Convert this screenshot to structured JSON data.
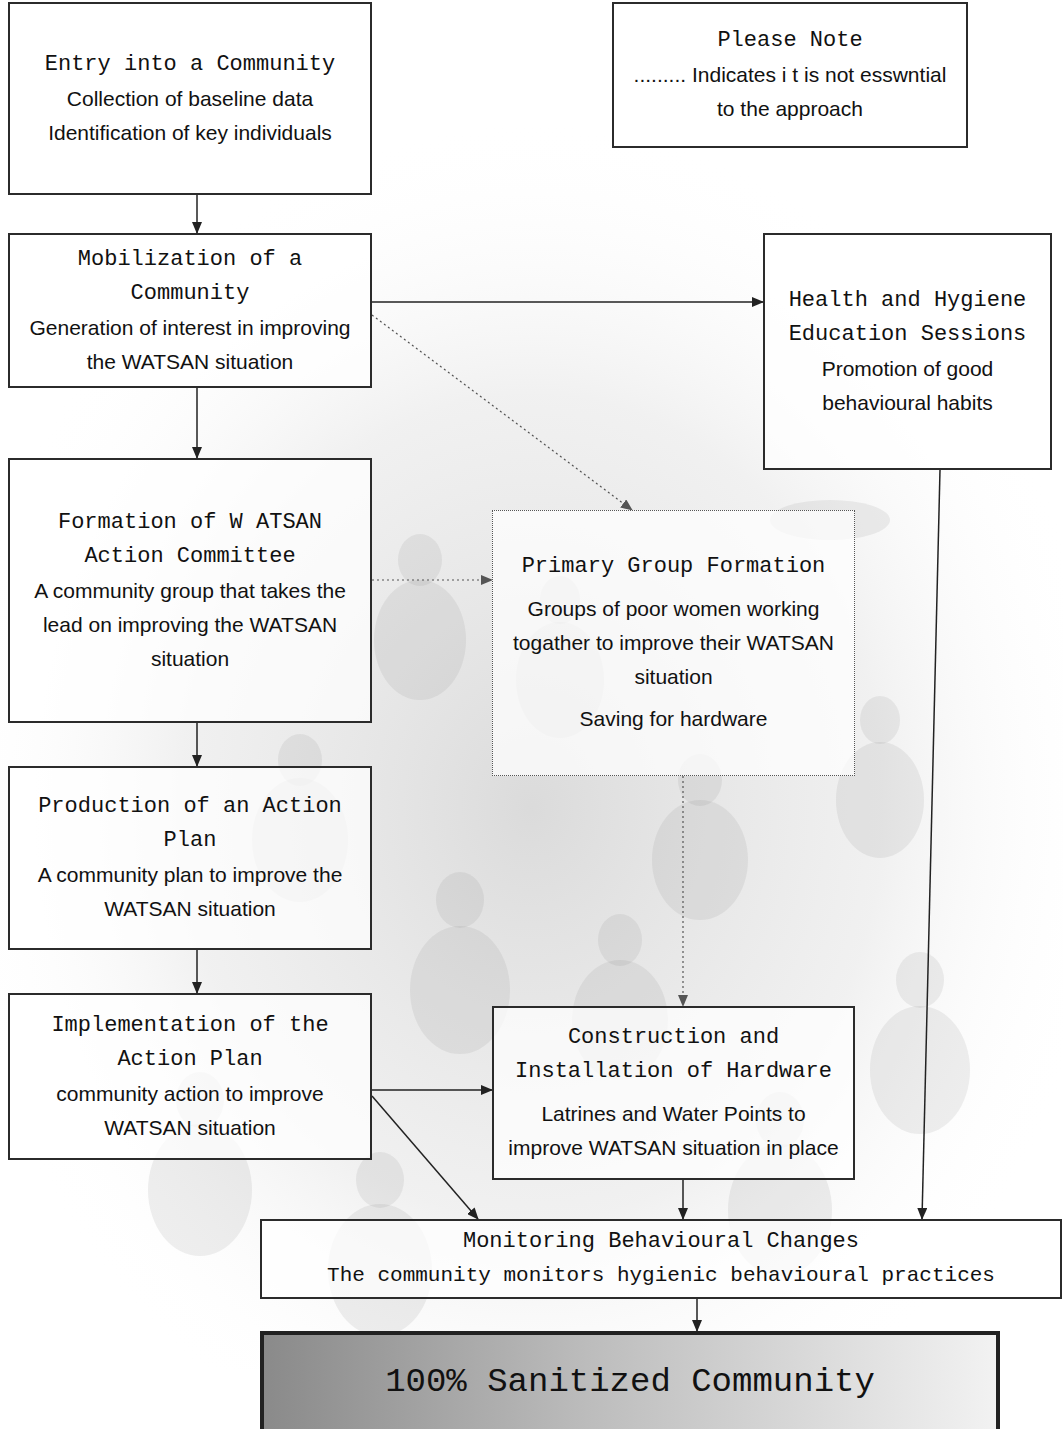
{
  "diagram": {
    "nodes": [
      {
        "text": [
          "Entry into a Community",
          "Collection of baseline data",
          "Identification of key individuals"
        ]
      },
      {
        "text": [
          "Please Note",
          "......... Indicates i t is not esswntial to the approach"
        ]
      },
      {
        "text": [
          "Mobilization of a Community",
          "Generation of interest in improving the WATSAN situation"
        ]
      },
      {
        "text": [
          "Health and Hygiene Education Sessions",
          "Promotion of good behavioural habits"
        ]
      },
      {
        "text": [
          "Formation of W ATSAN Action Committee",
          "A community group that takes the lead on improving the WATSAN situation"
        ]
      },
      {
        "text": [
          "Primary Group Formation",
          "Groups of poor women working togather to improve their WATSAN situation",
          "Saving for hardware"
        ]
      },
      {
        "text": [
          "Production of an Action Plan",
          "A community plan to improve the WATSAN situation"
        ]
      },
      {
        "text": [
          "Implementation of the Action Plan",
          "community action to improve WATSAN situation"
        ]
      },
      {
        "text": [
          "Construction and Installation of Hardware",
          "Latrines and Water Points to improve WATSAN situation in place"
        ]
      },
      {
        "text": [
          "Monitoring Behavioural Changes",
          "The community monitors hygienic behavioural practices"
        ]
      },
      {
        "text": [
          "100% Sanitized Community"
        ]
      }
    ],
    "edges": [
      {
        "from": 0,
        "to": 2,
        "arrow": "to"
      },
      {
        "from": 2,
        "to": 3,
        "arrow": "to"
      },
      {
        "from": 2,
        "to": 5,
        "arrow": "to"
      },
      {
        "from": 2,
        "to": 4,
        "arrow": "to"
      },
      {
        "from": 4,
        "to": 5,
        "arrow": "to"
      },
      {
        "from": 4,
        "to": 6,
        "arrow": "to"
      },
      {
        "from": 6,
        "to": 7,
        "arrow": "to"
      },
      {
        "from": 5,
        "to": 8,
        "arrow": "to"
      },
      {
        "from": 7,
        "to": 8,
        "arrow": "to"
      },
      {
        "from": 7,
        "to": 9,
        "arrow": "to"
      },
      {
        "from": 8,
        "to": 9,
        "arrow": "to"
      },
      {
        "from": 3,
        "to": 9,
        "arrow": "to"
      },
      {
        "from": 9,
        "to": 10,
        "arrow": "to"
      }
    ]
  }
}
